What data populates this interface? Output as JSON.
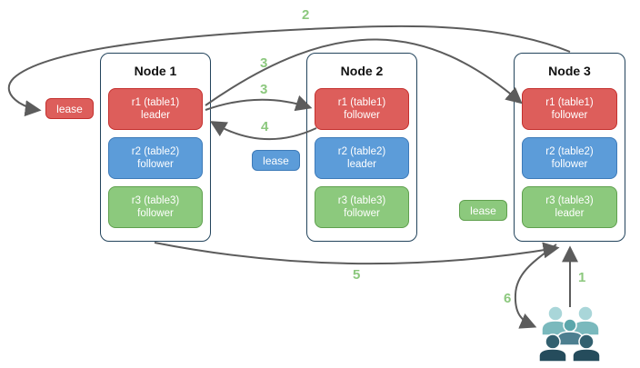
{
  "colors": {
    "red-fill": "#dd5e5b",
    "red-stroke": "#c4302e",
    "blue-fill": "#5c9cd9",
    "blue-stroke": "#3d7ab8",
    "green-fill": "#8cc97d",
    "green-stroke": "#5fa04e",
    "node-stroke": "#23445c",
    "arrow": "#5c5c5c",
    "step-label": "#8cc87e",
    "users-light-head": "#a9d6d9",
    "users-light-body": "#7ab9bd",
    "users-mid-head": "#5ba6ab",
    "users-mid-body": "#4d7f90",
    "users-dark-head": "#32606f",
    "users-dark-body": "#254c5c"
  },
  "nodes": [
    {
      "title": "Node 1",
      "replicas": [
        {
          "name": "r1 (table1)",
          "role": "leader",
          "color": "red"
        },
        {
          "name": "r2 (table2)",
          "role": "follower",
          "color": "blue"
        },
        {
          "name": "r3 (table3)",
          "role": "follower",
          "color": "green"
        }
      ]
    },
    {
      "title": "Node 2",
      "replicas": [
        {
          "name": "r1 (table1)",
          "role": "follower",
          "color": "red"
        },
        {
          "name": "r2 (table2)",
          "role": "leader",
          "color": "blue"
        },
        {
          "name": "r3 (table3)",
          "role": "follower",
          "color": "green"
        }
      ]
    },
    {
      "title": "Node 3",
      "replicas": [
        {
          "name": "r1 (table1)",
          "role": "follower",
          "color": "red"
        },
        {
          "name": "r2 (table2)",
          "role": "follower",
          "color": "blue"
        },
        {
          "name": "r3 (table3)",
          "role": "leader",
          "color": "green"
        }
      ]
    }
  ],
  "leases": [
    {
      "label": "lease",
      "color": "red"
    },
    {
      "label": "lease",
      "color": "blue"
    },
    {
      "label": "lease",
      "color": "green"
    }
  ],
  "steps": [
    {
      "label": "2"
    },
    {
      "label": "3"
    },
    {
      "label": "3"
    },
    {
      "label": "4"
    },
    {
      "label": "5"
    },
    {
      "label": "6"
    },
    {
      "label": "1"
    }
  ],
  "edges": [
    {
      "step": "2",
      "from": "Node 3",
      "to": "red lease"
    },
    {
      "step": "3",
      "from": "Node 1 r1 leader",
      "to": "Node 3 r1 follower"
    },
    {
      "step": "3",
      "from": "Node 1 r1 leader",
      "to": "Node 2 r1 follower"
    },
    {
      "step": "4",
      "from": "Node 2 r1 follower",
      "to": "Node 1 r1 leader"
    },
    {
      "step": "5",
      "from": "Node 1",
      "to": "Node 3"
    },
    {
      "step": "6",
      "from": "Node 3",
      "to": "users"
    },
    {
      "step": "1",
      "from": "users",
      "to": "Node 3 r3 leader"
    }
  ],
  "icons": {
    "users": "users-group-icon"
  }
}
